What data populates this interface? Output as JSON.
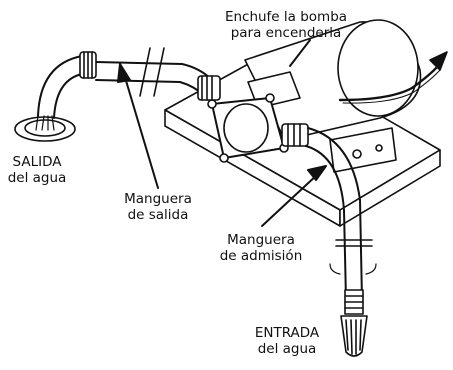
{
  "labels": {
    "plug_pump": {
      "line1": "Enchufe la bomba",
      "line2": "para encenderla"
    },
    "water_outlet": {
      "line1": "SALIDA",
      "line2": "del agua"
    },
    "outlet_hose": {
      "line1": "Manguera",
      "line2": "de salida"
    },
    "inlet_hose": {
      "line1": "Manguera",
      "line2": "de admisión"
    },
    "water_inlet": {
      "line1": "ENTRADA",
      "line2": "del agua"
    }
  }
}
